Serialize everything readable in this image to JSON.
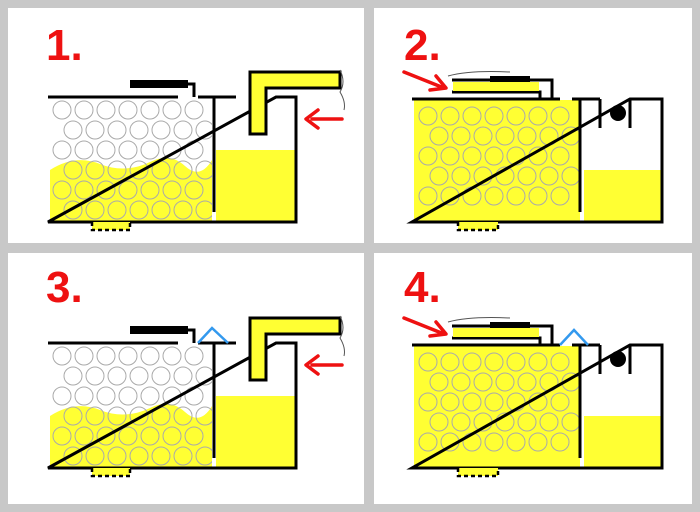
{
  "panels": [
    {
      "number": "1.",
      "variant": "fill-open"
    },
    {
      "number": "2.",
      "variant": "closed-float"
    },
    {
      "number": "3.",
      "variant": "fill-open-vent"
    },
    {
      "number": "4.",
      "variant": "closed-float-vent"
    }
  ],
  "colors": {
    "background": "#c8c8c8",
    "panel": "#ffffff",
    "liquid": "#ffff33",
    "outline": "#000000",
    "arrow": "#ee1111",
    "number": "#ee1111",
    "vent": "#3399ee",
    "bubble": "#aaaaaa"
  },
  "icons": [
    "arrow-icon",
    "float-ball-icon",
    "vent-cap-icon"
  ]
}
